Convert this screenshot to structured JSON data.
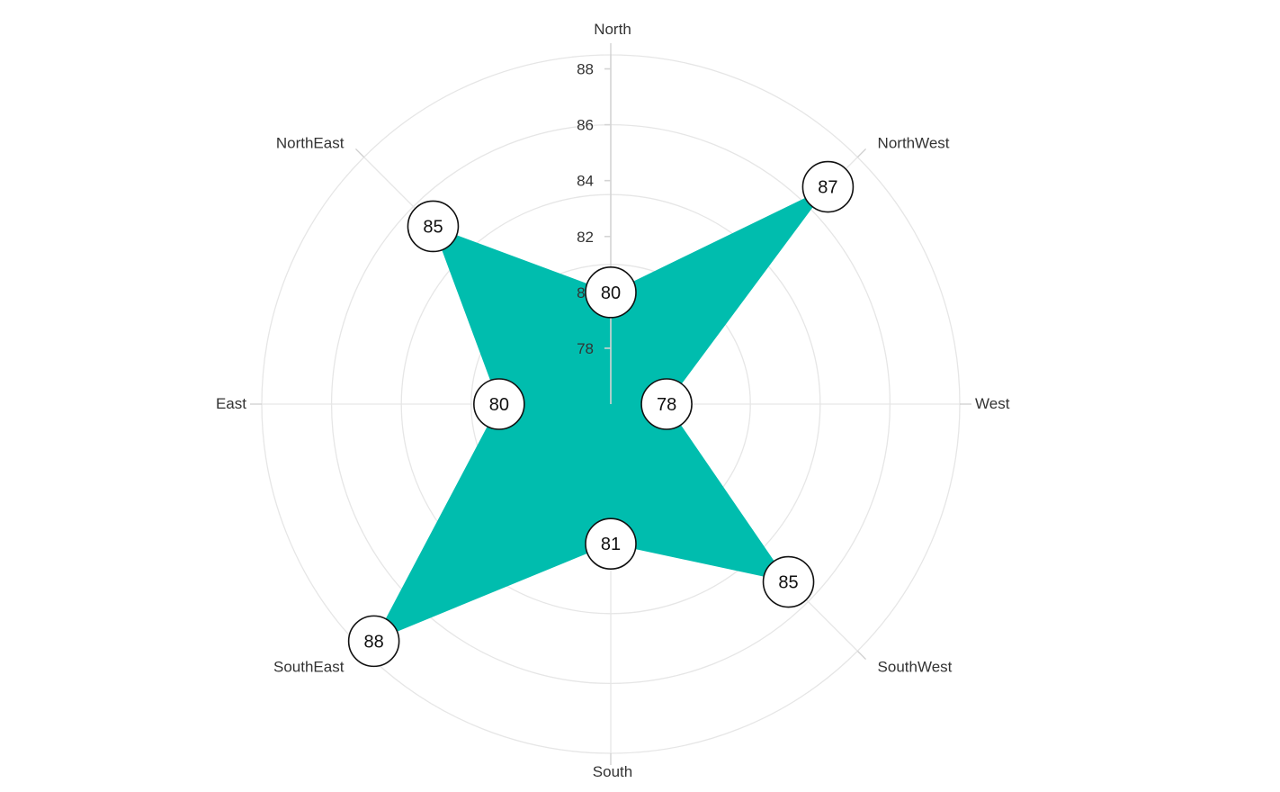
{
  "chart_data": {
    "type": "radar",
    "categories": [
      "North",
      "NorthWest",
      "West",
      "SouthWest",
      "South",
      "SouthEast",
      "East",
      "NorthEast"
    ],
    "series": [
      {
        "values": [
          80,
          87,
          78,
          85,
          81,
          88,
          80,
          85
        ],
        "color": "#00bdae"
      }
    ],
    "r_ticks": [
      78,
      80,
      82,
      84,
      86,
      88
    ],
    "r_range": [
      76,
      88.5
    ],
    "grid": true,
    "data_labels": true
  }
}
